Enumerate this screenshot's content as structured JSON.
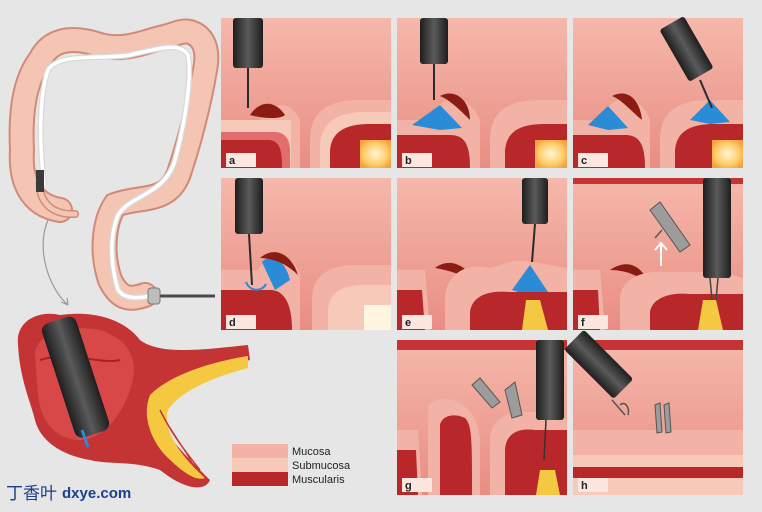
{
  "panels": [
    {
      "id": "a",
      "label": "a"
    },
    {
      "id": "b",
      "label": "b"
    },
    {
      "id": "c",
      "label": "c"
    },
    {
      "id": "d",
      "label": "d"
    },
    {
      "id": "e",
      "label": "e"
    },
    {
      "id": "f",
      "label": "f"
    },
    {
      "id": "g",
      "label": "g"
    },
    {
      "id": "h",
      "label": "h"
    }
  ],
  "legend": {
    "mucosa": "Mucosa",
    "submucosa": "Submucosa",
    "muscularis": "Muscularis"
  },
  "watermark": {
    "chinese": "丁香叶",
    "domain": "dxye.com"
  },
  "colors": {
    "background": "#e6e6e6",
    "mucosa": "#f2b3a6",
    "mucosa_dark": "#e8968c",
    "submucosa": "#f7c9b8",
    "muscularis": "#b8282a",
    "muscularis_dark": "#7a1414",
    "polyp": "#8a1c14",
    "injection": "#2a8bd6",
    "scope": "#3a3a3a",
    "colon": "#f4c5b2",
    "fat": "#f5c842"
  }
}
